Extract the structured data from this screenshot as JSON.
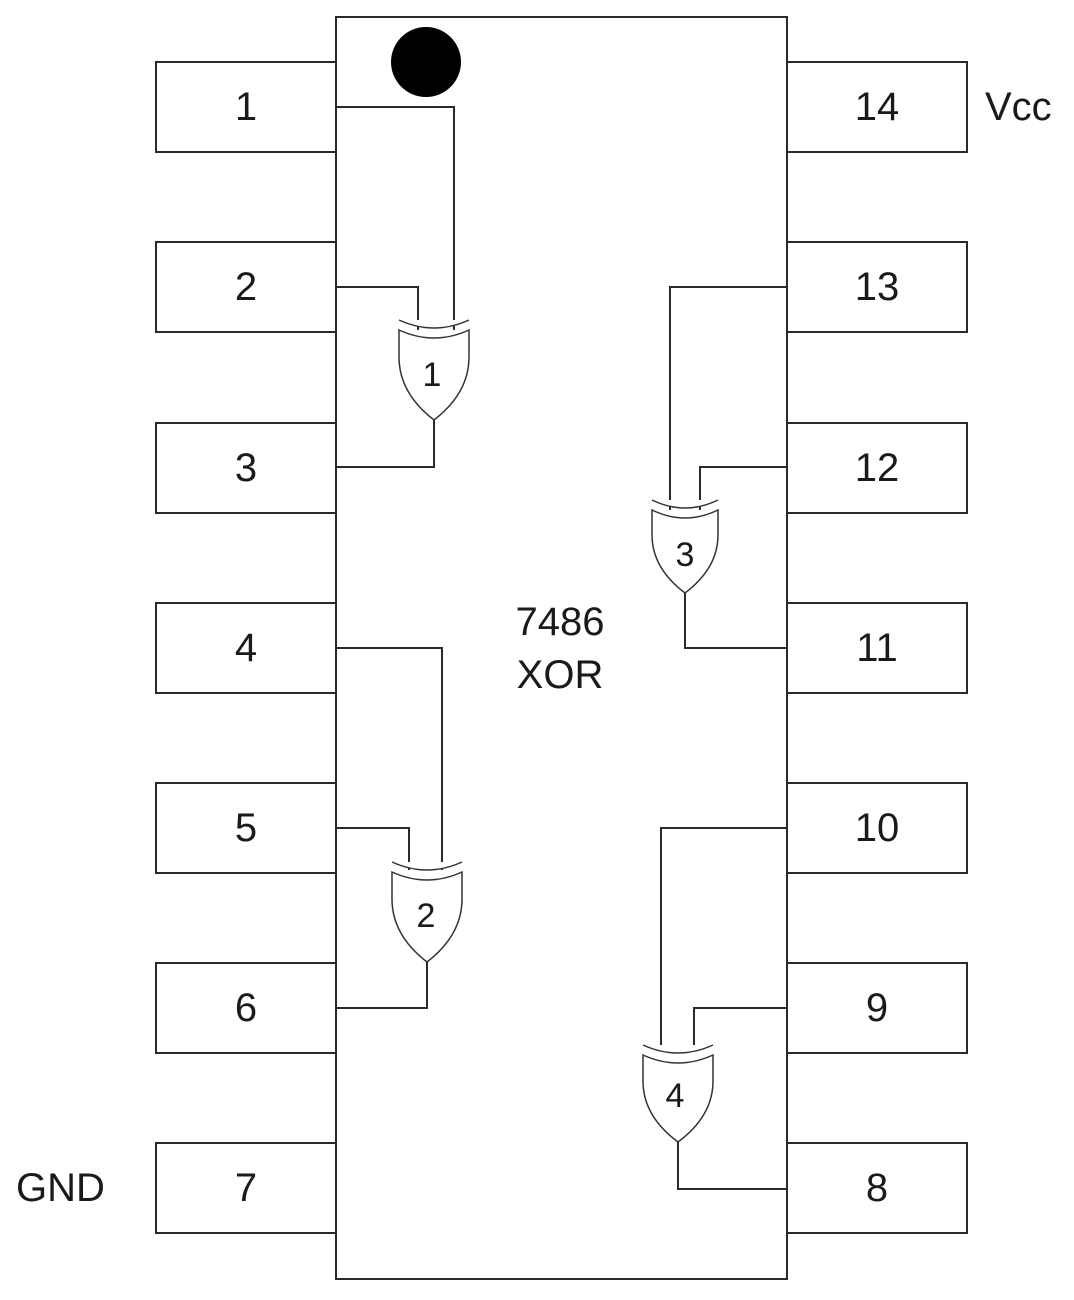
{
  "chip": {
    "part_number": "7486",
    "function": "XOR"
  },
  "pins": [
    {
      "number": "1",
      "side": "left",
      "label": ""
    },
    {
      "number": "2",
      "side": "left",
      "label": ""
    },
    {
      "number": "3",
      "side": "left",
      "label": ""
    },
    {
      "number": "4",
      "side": "left",
      "label": ""
    },
    {
      "number": "5",
      "side": "left",
      "label": ""
    },
    {
      "number": "6",
      "side": "left",
      "label": ""
    },
    {
      "number": "7",
      "side": "left",
      "label": "GND"
    },
    {
      "number": "8",
      "side": "right",
      "label": ""
    },
    {
      "number": "9",
      "side": "right",
      "label": ""
    },
    {
      "number": "10",
      "side": "right",
      "label": ""
    },
    {
      "number": "11",
      "side": "right",
      "label": ""
    },
    {
      "number": "12",
      "side": "right",
      "label": ""
    },
    {
      "number": "13",
      "side": "right",
      "label": ""
    },
    {
      "number": "14",
      "side": "right",
      "label": "Vcc"
    }
  ],
  "gates": [
    {
      "id": "1",
      "inputs": [
        "1",
        "2"
      ],
      "output": "3"
    },
    {
      "id": "2",
      "inputs": [
        "4",
        "5"
      ],
      "output": "6"
    },
    {
      "id": "3",
      "inputs": [
        "13",
        "12"
      ],
      "output": "11"
    },
    {
      "id": "4",
      "inputs": [
        "10",
        "9"
      ],
      "output": "8"
    }
  ]
}
